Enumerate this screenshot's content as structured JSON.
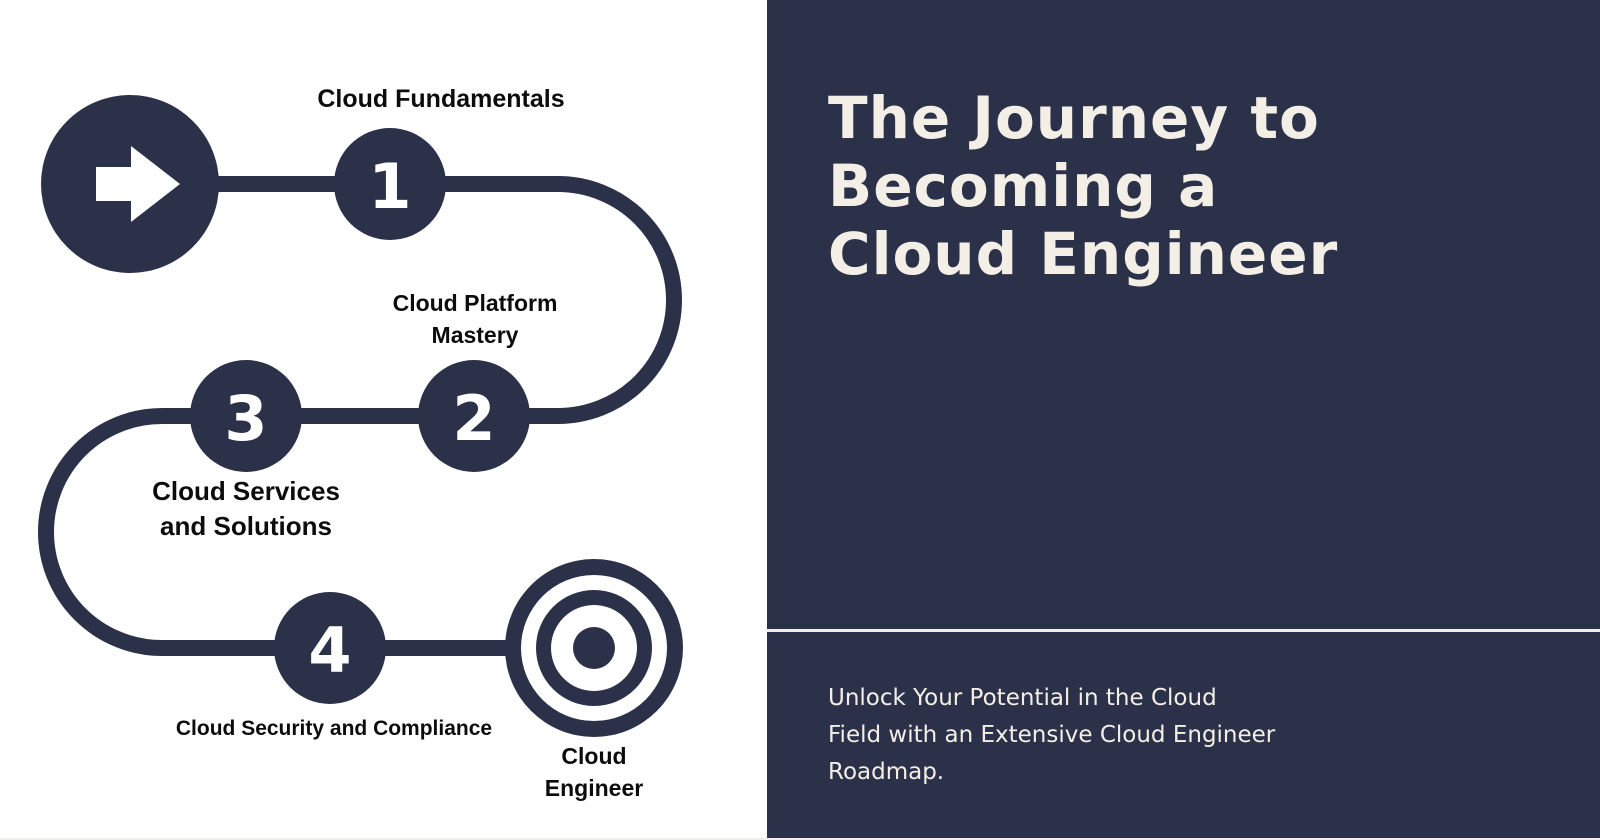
{
  "roadmap": {
    "steps": [
      {
        "number": "1",
        "label": "Cloud Fundamentals"
      },
      {
        "number": "2",
        "label_lines": [
          "Cloud Platform",
          "Mastery"
        ]
      },
      {
        "number": "3",
        "label_lines": [
          "Cloud Services",
          "and Solutions"
        ]
      },
      {
        "number": "4",
        "label": "Cloud Security and Compliance"
      }
    ],
    "goal_label_lines": [
      "Cloud",
      "Engineer"
    ],
    "start_icon": "arrow-right-icon",
    "goal_icon": "target-icon"
  },
  "hero": {
    "title_lines": [
      "The Journey to",
      "Becoming a",
      "Cloud Engineer"
    ],
    "subtitle_lines": [
      "Unlock Your Potential in the Cloud",
      "Field with an Extensive Cloud Engineer",
      "Roadmap."
    ]
  },
  "colors": {
    "navy": "#2b3149",
    "cream": "#f4efe6",
    "white": "#ffffff"
  }
}
